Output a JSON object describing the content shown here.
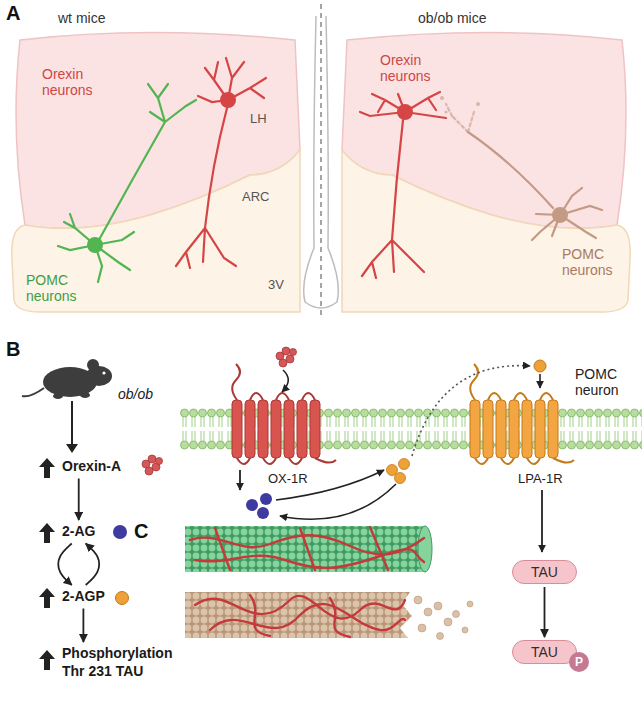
{
  "diagram": {
    "nodes": [
      {
        "text": [
          "Orexin-A"
        ]
      },
      {
        "text": [
          "2-AG"
        ]
      },
      {
        "text": [
          "2-AGP"
        ]
      },
      {
        "text": [
          "Phosphorylation Thr 231 TAU"
        ]
      },
      {
        "text": [
          "TAU"
        ]
      },
      {
        "text": [
          "TAU"
        ]
      },
      {
        "text": [
          "P"
        ],
        "in": 5
      }
    ],
    "edges": [
      {
        "from": 0,
        "to": 1,
        "arrow": "to"
      },
      {
        "from": 1,
        "to": 2,
        "arrow": "to"
      },
      {
        "from": 2,
        "to": 1,
        "arrow": "to"
      },
      {
        "from": 2,
        "to": 3,
        "arrow": "to"
      },
      {
        "from": 4,
        "to": 5,
        "arrow": "to"
      }
    ],
    "labels": [
      "A",
      "wt mice",
      "ob/ob mice",
      "Orexin neurons",
      "LH",
      "ARC",
      "3V",
      "POMC neurons",
      "Orexin neurons",
      "POMC neurons",
      "B",
      "ob/ob",
      "C",
      "POMC neuron",
      "OX-1R",
      "LPA-1R"
    ]
  }
}
